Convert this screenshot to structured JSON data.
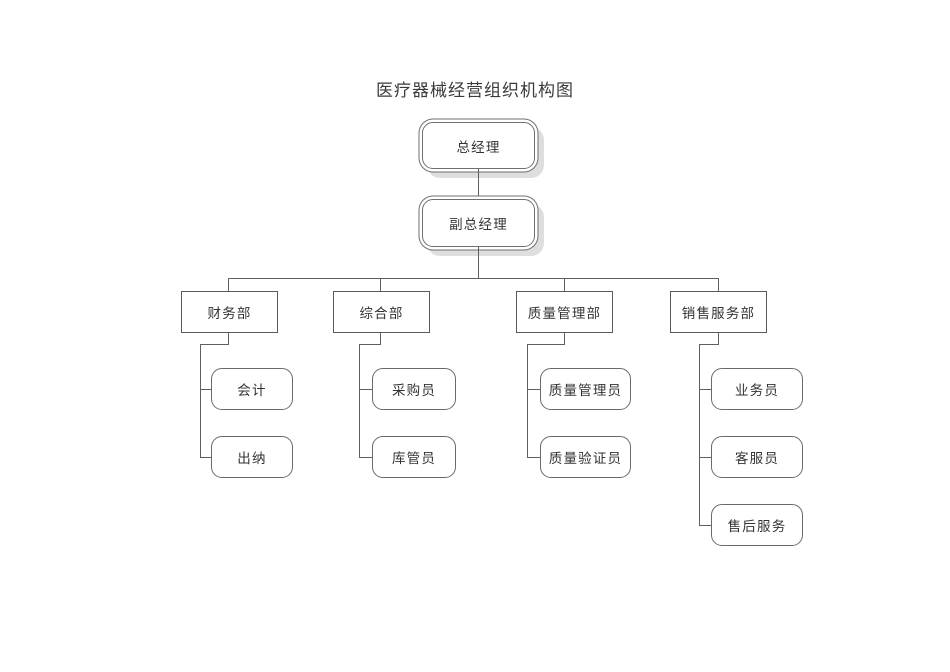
{
  "title": "医疗器械经营组织机构图",
  "chart_data": {
    "type": "diagram",
    "diagram_type": "organization-chart",
    "title": "医疗器械经营组织机构图",
    "orientation": "top-down",
    "levels": 3,
    "node_count": 16,
    "nodes": [
      {
        "id": "gm",
        "label": "总经理",
        "level": 1,
        "style": "executive",
        "parent": null
      },
      {
        "id": "dgm",
        "label": "副总经理",
        "level": 2,
        "style": "executive",
        "parent": "gm"
      },
      {
        "id": "d1",
        "label": "财务部",
        "level": 3,
        "style": "department",
        "parent": "dgm"
      },
      {
        "id": "d2",
        "label": "综合部",
        "level": 3,
        "style": "department",
        "parent": "dgm"
      },
      {
        "id": "d3",
        "label": "质量管理部",
        "level": 3,
        "style": "department",
        "parent": "dgm"
      },
      {
        "id": "d4",
        "label": "销售服务部",
        "level": 3,
        "style": "department",
        "parent": "dgm"
      },
      {
        "id": "l11",
        "label": "会计",
        "level": 4,
        "style": "staff",
        "parent": "d1"
      },
      {
        "id": "l12",
        "label": "出纳",
        "level": 4,
        "style": "staff",
        "parent": "d1"
      },
      {
        "id": "l21",
        "label": "采购员",
        "level": 4,
        "style": "staff",
        "parent": "d2"
      },
      {
        "id": "l22",
        "label": "库管员",
        "level": 4,
        "style": "staff",
        "parent": "d2"
      },
      {
        "id": "l31",
        "label": "质量管理员",
        "level": 4,
        "style": "staff",
        "parent": "d3"
      },
      {
        "id": "l32",
        "label": "质量验证员",
        "level": 4,
        "style": "staff",
        "parent": "d3"
      },
      {
        "id": "l41",
        "label": "业务员",
        "level": 4,
        "style": "staff",
        "parent": "d4"
      },
      {
        "id": "l42",
        "label": "客服员",
        "level": 4,
        "style": "staff",
        "parent": "d4"
      },
      {
        "id": "l43",
        "label": "售后服务",
        "level": 4,
        "style": "staff",
        "parent": "d4"
      }
    ],
    "colors": {
      "background": "#ffffff",
      "node_fill": "#ffffff",
      "border": "#5f5f5f",
      "text": "#333333",
      "shadow": "rgba(0,0,0,0.13)"
    }
  },
  "nodes": {
    "gm": "总经理",
    "dgm": "副总经理",
    "dept1": "财务部",
    "dept2": "综合部",
    "dept3": "质量管理部",
    "dept4": "销售服务部",
    "d1_c1": "会计",
    "d1_c2": "出纳",
    "d2_c1": "采购员",
    "d2_c2": "库管员",
    "d3_c1": "质量管理员",
    "d3_c2": "质量验证员",
    "d4_c1": "业务员",
    "d4_c2": "客服员",
    "d4_c3": "售后服务"
  }
}
